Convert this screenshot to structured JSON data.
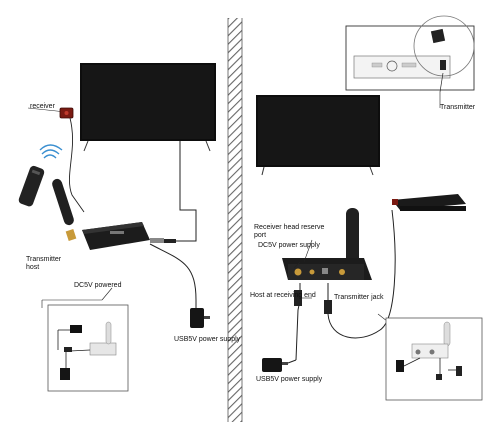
{
  "labels": {
    "receiver": "receiver",
    "transmitter_host": "Transmitter\nhost",
    "dc5v_powered": "DC5V powered",
    "usb5v_left": "USB5V power supply",
    "receiver_head_reserve": "Receiver head reserve\nport",
    "dc5v_power_supply": "DC5V power supply",
    "host_at_receiving_end": "Host at receiving end",
    "transmitter_jack": "Transmitter jack",
    "usb5v_right": "USB5V power supply",
    "transmitter_top": "Transmitter"
  },
  "colors": {
    "screen": "#111111",
    "device": "#1c1c1c",
    "antenna": "#202020",
    "gold": "#c89a3a",
    "receiver_red": "#7a1a12",
    "wall_hatch": "#666666",
    "line": "#222222"
  },
  "icons": [
    "tv-screen",
    "ir-receiver",
    "remote-control",
    "antenna",
    "power-adapter",
    "set-top-box"
  ]
}
